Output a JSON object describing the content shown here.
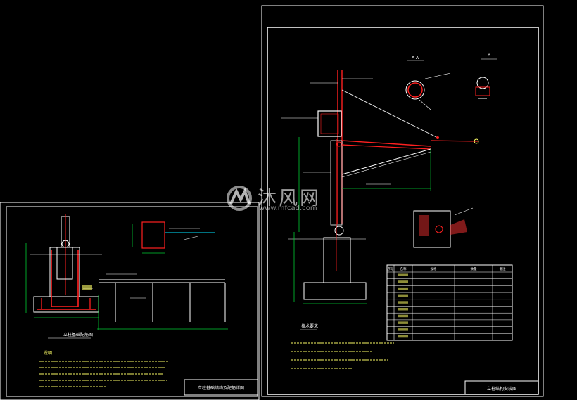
{
  "colors": {
    "background": "#000000",
    "border": "#ffffff",
    "steel": "#ff2020",
    "dimension": "#00cc33",
    "leader": "#ffffff",
    "annotation": "#ffff66",
    "cable": "#00e5ff",
    "hatch": "#ff3333"
  },
  "watermark": {
    "logo": "mfcad-logo",
    "text": "沐风网",
    "url": "www.mfcad.com"
  },
  "left_sheet": {
    "title_block": {
      "title": "立柱基础结构及配筋详图"
    },
    "section_caption": {
      "text": "立柱基础配筋图"
    },
    "notes_title": {
      "text": "说明"
    }
  },
  "right_sheet": {
    "title_block": {
      "title": "立柱结构安装图"
    },
    "detail_labels": [
      {
        "text": "A-A"
      },
      {
        "text": "B"
      }
    ],
    "notes_title": {
      "text": "技术要求"
    },
    "bom_header": [
      "序号",
      "名称",
      "规格",
      "数量",
      "备注"
    ],
    "bom_row_count": 10
  }
}
